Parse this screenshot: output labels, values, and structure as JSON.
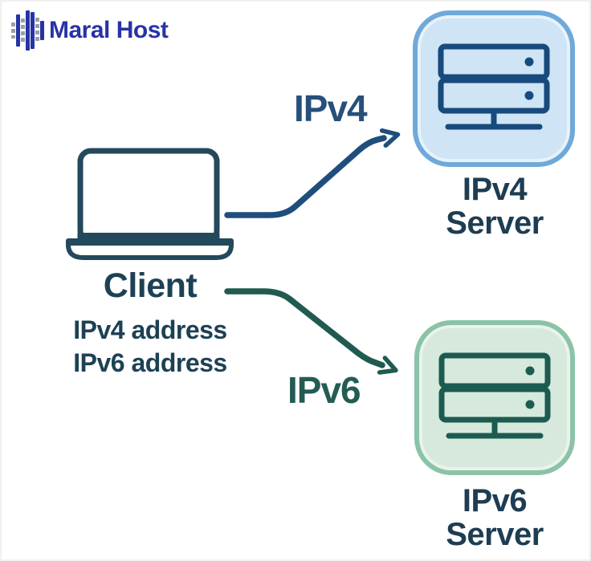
{
  "logo": {
    "brand": "Maral Host"
  },
  "client": {
    "title": "Client",
    "address_lines": [
      "IPv4 address",
      "IPv6 address"
    ]
  },
  "flows": {
    "ipv4_label": "IPv4",
    "ipv6_label": "IPv6"
  },
  "servers": {
    "ipv4": {
      "name_line1": "IPv4",
      "name_line2": "Server"
    },
    "ipv6": {
      "name_line1": "IPv6",
      "name_line2": "Server"
    }
  },
  "colors": {
    "brand_blue": "#2733a6",
    "logo_gray": "#98a0a8",
    "client_dark": "#1d4154",
    "ipv4_accent": "#1f4e7c",
    "ipv6_accent": "#205a50",
    "server_label_dark": "#1e3d52",
    "ipv4_box_fill": "#cfe4f4",
    "ipv4_box_border": "#6ea9da",
    "ipv4_icon": "#174a7d",
    "ipv6_box_fill": "#d7e9dc",
    "ipv6_box_border": "#8bc3a7",
    "ipv6_icon": "#1c5b50"
  }
}
